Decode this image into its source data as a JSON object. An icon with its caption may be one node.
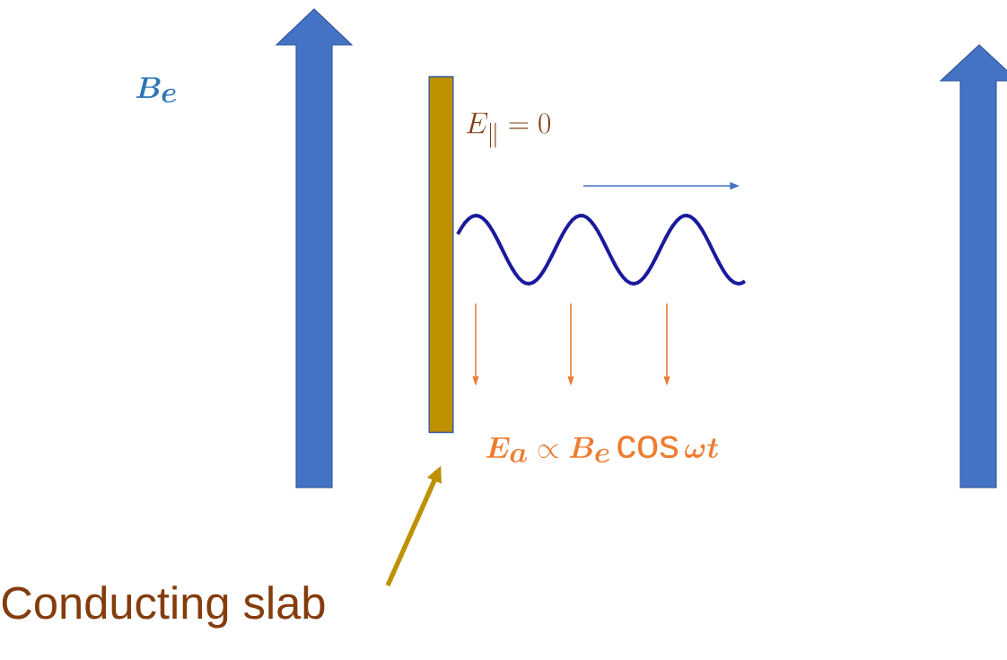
{
  "diagram": {
    "nodes": [
      {
        "text": [],
        "shape": "bar"
      },
      {
        "text": [
          "Conducting slab"
        ]
      }
    ],
    "edges": [
      {
        "from": 1,
        "to": 0,
        "arrow": "to"
      }
    ],
    "labels": [
      "\\boldsymbol{B_e}",
      "E_{\\|} = 0",
      "\\boldsymbol{E_a} \\propto \\boldsymbol{B_e}\\cos \\boldsymbol{\\omega t}"
    ]
  }
}
